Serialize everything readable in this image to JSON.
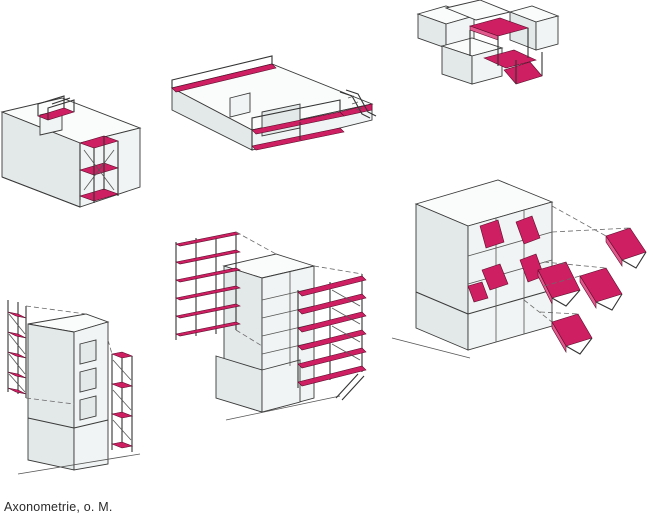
{
  "caption": "Axonometrie, o. M.",
  "colors": {
    "accent": "#cf1f63",
    "wall_shade": "#e3e8e8",
    "wall_light": "#f1f4f4",
    "line": "#3a3a3a"
  },
  "drawings": [
    {
      "id": "open-box-with-scaffold"
    },
    {
      "id": "flat-slab-with-balconies"
    },
    {
      "id": "stacked-frame-cubes"
    },
    {
      "id": "slim-tower-with-stair-tower"
    },
    {
      "id": "tall-block-with-facade-scaffold"
    },
    {
      "id": "block-with-plug-in-modules"
    }
  ]
}
